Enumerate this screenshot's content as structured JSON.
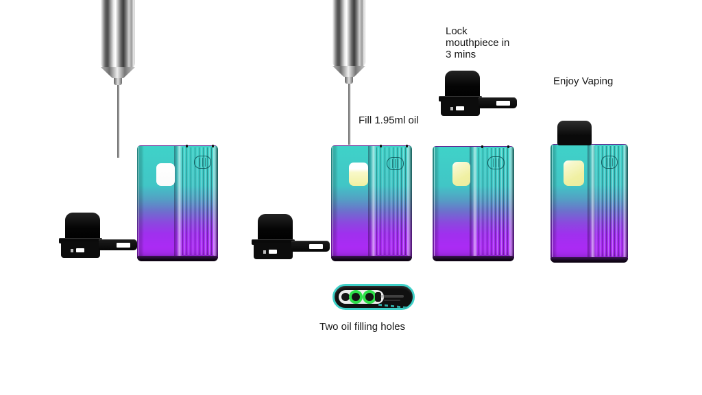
{
  "annotations": {
    "fill": "Fill 1.95ml oil",
    "lock_lines": [
      "Lock",
      "mouthpiece in",
      "3 mins"
    ],
    "enjoy": "Enjoy Vaping",
    "holes": "Two oil filling holes"
  },
  "devices": [
    {
      "window_state": "empty"
    },
    {
      "window_state": "filling"
    },
    {
      "window_state": "full"
    },
    {
      "window_state": "full",
      "mouthpiece_attached": true
    }
  ],
  "colors": {
    "background": "#ffffff",
    "device_teal_top": "#3fd2c8",
    "device_mid_blue": "#6b72cc",
    "device_purple_bottom": "#aa2bf4",
    "oil_window_yellow": "#f0f0a2",
    "filling_hole_green": "#2ee04a",
    "pill_outline_teal": "#3fd0c8",
    "mouthpiece_black": "#0c0c0c",
    "syringe_metal_gray": "#9a9a9a",
    "text_color": "#161616"
  }
}
